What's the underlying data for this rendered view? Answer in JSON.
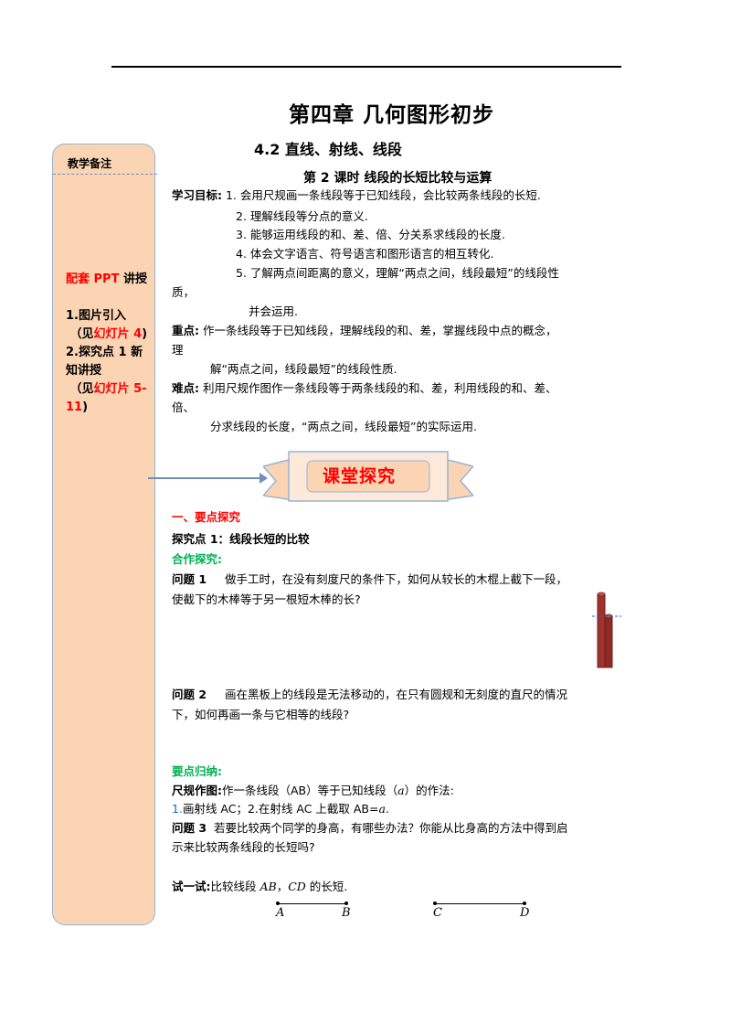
{
  "header": {
    "chapter_title": "第四章  几何图形初步",
    "section_title": "4.2    直线、射线、线段",
    "lesson_title": "第 2 课时    线段的长短比较与运算"
  },
  "sidebar": {
    "heading": "教学备注",
    "ppt_prefix": "配套 PPT",
    "ppt_suffix": "讲授",
    "item1": "1.图片引入",
    "item1_see": "（见",
    "item1_ref": "幻灯片 4",
    "item1_close": ")",
    "item2": "2.探究点 1 新知讲授",
    "item2_see": "（见",
    "item2_ref": "幻灯片 5-11",
    "item2_close": ")"
  },
  "goals": {
    "label": "学习目标:",
    "g1": "1.  会用尺规画一条线段等于已知线段，会比较两条线段的长短.",
    "g2": "2.  理解线段等分点的意义.",
    "g3": "3.  能够运用线段的和、差、倍、分关系求线段的长度.",
    "g4": "4.  体会文字语言、符号语言和图形语言的相互转化.",
    "g5a": "5.  了解两点间距离的意义，理解“两点之间，线段最短”的线段性",
    "g5b": "质，",
    "g5c": "并会运用."
  },
  "key_points": {
    "label": "重点:",
    "line1": "作一条线段等于已知线段，理解线段的和、差，掌握线段中点的概念，",
    "line2": "理",
    "line3": "解“两点之间，线段最短”的线段性质."
  },
  "difficulties": {
    "label": "难点:",
    "line1": "利用尺规作图作一条线段等于两条线段的和、差，利用线段的和、差、",
    "line2": "倍、",
    "line3": "分求线段的长度，“两点之间，线段最短”的实际运用."
  },
  "banner": {
    "text": "课堂探究"
  },
  "explore": {
    "heading": "一、要点探究",
    "point1": "探究点 1：线段长短的比较",
    "coop": "合作探究:",
    "q1_label": "问题 1",
    "q1_line1": "做手工时，在没有刻度尺的条件下，如何从较长的木棍上截下一段，",
    "q1_line2": "使截下的木棒等于另一根短木棒的长?",
    "q2_label": "问题 2",
    "q2_line1": "画在黑板上的线段是无法移动的，在只有圆规和无刻度的直尺的情况",
    "q2_line2": "下，如何再画一条与它相等的线段?",
    "summary": "要点归纳:",
    "construct_label": "尺规作图:",
    "construct_a": "作一条线段（AB）等于已知线段（",
    "construct_var": "a",
    "construct_b": "）的作法:",
    "step_num": "1.",
    "step_text": "画射线 AC；2.在射线 AC 上截取 AB=",
    "step_var": "a.",
    "q3_label": "问题 3",
    "q3_line1": "若要比较两个同学的身高，有哪些办法？你能从比身高的方法中得到启",
    "q3_line2": "示来比较两条线段的长短吗?",
    "try_label": "试一试:",
    "try_text_a": "比较线段 ",
    "try_ab": "AB",
    "try_sep": "，",
    "try_cd": "CD",
    "try_text_b": " 的长短.",
    "pA": "A",
    "pB": "B",
    "pC": "C",
    "pD": "D"
  },
  "colors": {
    "sidebar_fill": "#fbd4b4",
    "sidebar_border": "#95b3d7",
    "accent_red": "#ff0000",
    "accent_green": "#00b050",
    "stick": "#a0322c"
  }
}
